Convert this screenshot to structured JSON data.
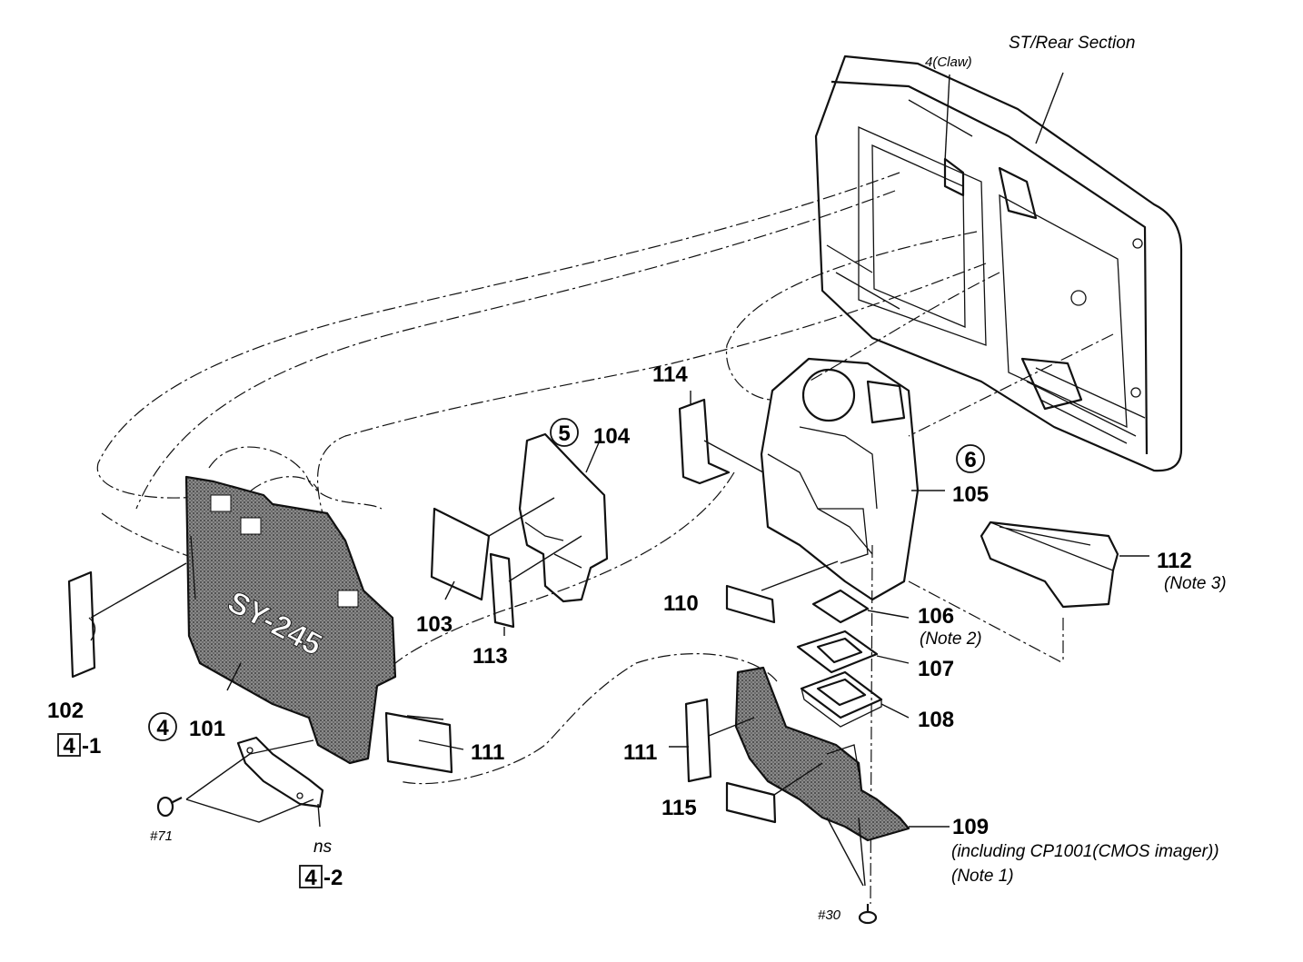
{
  "section_title": "ST/Rear Section",
  "claw_label": "4(Claw)",
  "board_marking": "SY-245",
  "circled_refs": {
    "c4": "4",
    "c5": "5",
    "c6": "6"
  },
  "boxed_refs": {
    "r1_box": "4",
    "r1_suffix": "-1",
    "r2_box": "4",
    "r2_suffix": "-2"
  },
  "parts": {
    "p101": "101",
    "p102": "102",
    "p103": "103",
    "p104": "104",
    "p105": "105",
    "p106": "106",
    "p107": "107",
    "p108": "108",
    "p109": "109",
    "p110": "110",
    "p111a": "111",
    "p111b": "111",
    "p112": "112",
    "p113": "113",
    "p114": "114",
    "p115": "115"
  },
  "notes": {
    "n106": "(Note 2)",
    "n112": "(Note 3)",
    "n109a": "(including CP1001(CMOS imager))",
    "n109b": "(Note 1)"
  },
  "screws": {
    "s71": "#71",
    "s30": "#30"
  },
  "ns_label": "ns",
  "colors": {
    "line": "#111111",
    "background": "#ffffff"
  }
}
